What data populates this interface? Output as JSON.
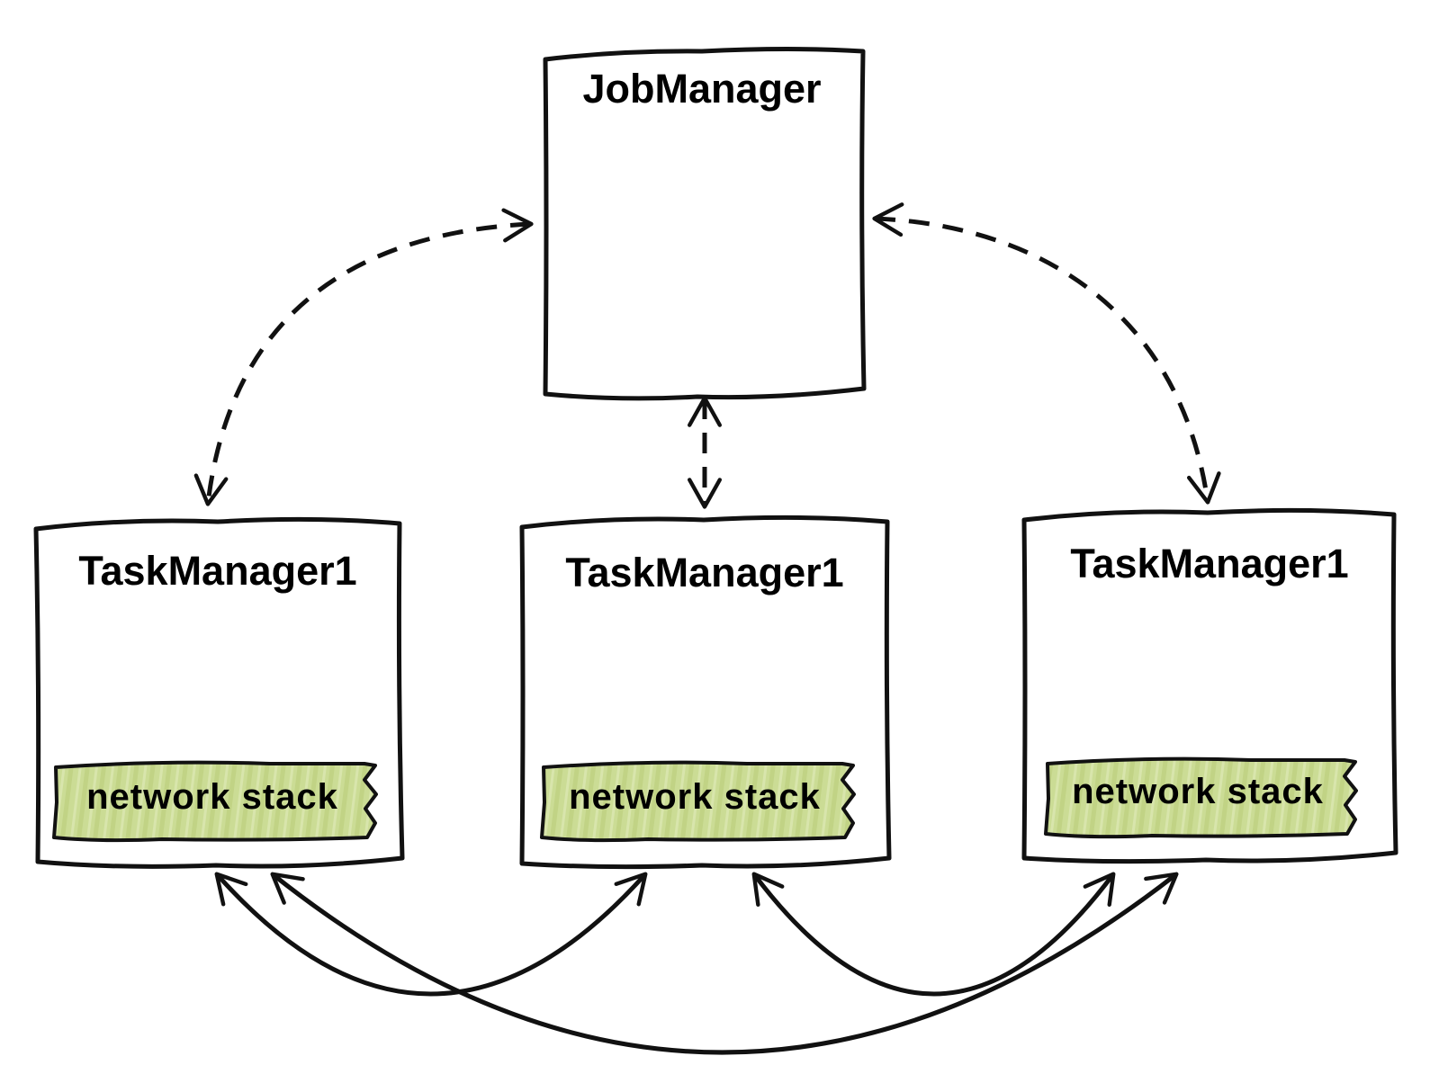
{
  "diagram": {
    "job_manager": {
      "label": "JobManager"
    },
    "task_managers": [
      {
        "label": "TaskManager1",
        "network_stack_label": "network stack"
      },
      {
        "label": "TaskManager1",
        "network_stack_label": "network stack"
      },
      {
        "label": "TaskManager1",
        "network_stack_label": "network stack"
      }
    ],
    "colors": {
      "stroke": "#111111",
      "network_stack_fill": "#cbdc95",
      "background": "#ffffff"
    }
  }
}
